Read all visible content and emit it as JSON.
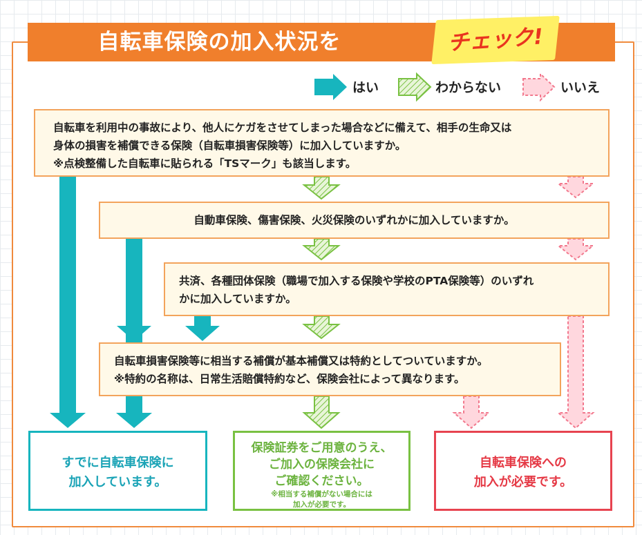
{
  "header": {
    "title": "自転車保険の加入状況を",
    "badge": "チェック!"
  },
  "legend": {
    "yes": "はい",
    "unknown": "わからない",
    "no": "いいえ"
  },
  "questions": [
    {
      "lines": [
        "自転車を利用中の事故により、他人にケガをさせてしまった場合などに備えて、相手の生命又は",
        "身体の損害を補償できる保険（自転車損害保険等）に加入していますか。",
        "※点検整備した自転車に貼られる「TSマーク」も該当します。"
      ]
    },
    {
      "lines": [
        "自動車保険、傷害保険、火災保険のいずれかに加入していますか。"
      ]
    },
    {
      "lines": [
        "共済、各種団体保険（職場で加入する保険や学校のPTA保険等）のいずれ",
        "かに加入していますか。"
      ]
    },
    {
      "lines": [
        "自転車損害保険等に相当する補償が基本補償又は特約としてついていますか。",
        "※特約の名称は、日常生活賠償特約など、保険会社によって異なります。"
      ]
    }
  ],
  "results": {
    "insured": {
      "lines": [
        "すでに自転車保険に",
        "加入しています。"
      ]
    },
    "check": {
      "lines": [
        "保険証券をご用意のうえ、",
        "ご加入の保険会社に",
        "ご確認ください。"
      ],
      "notes": [
        "※相当する補償がない場合には",
        "加入が必要です。"
      ]
    },
    "required": {
      "lines": [
        "自転車保険への",
        "加入が必要です。"
      ]
    }
  },
  "colors": {
    "orange": "#f07f2c",
    "teal": "#17b5be",
    "green": "#79c142",
    "green_hatch": "#e8f5d8",
    "pink": "#f2788d",
    "pink_fill": "#ffd7de",
    "red_border": "#e74350",
    "red_text": "#e53945",
    "teal_text": "#1aa3b6",
    "green_text": "#6cb33f",
    "badge_yellow": "#fff065"
  }
}
